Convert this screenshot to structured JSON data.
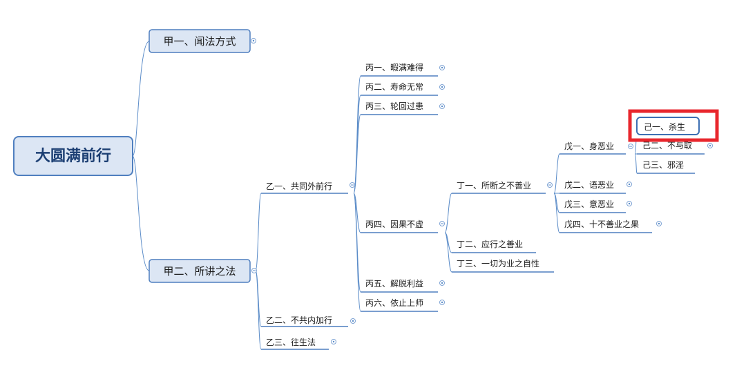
{
  "root": {
    "label": "大圆满前行"
  },
  "nodes": {
    "jia1": "甲一、闻法方式",
    "jia2": "甲二、所讲之法",
    "yi1": "乙一、共同外前行",
    "yi2": "乙二、不共内加行",
    "yi3": "乙三、往生法",
    "bing1": "丙一、暇满难得",
    "bing2": "丙二、寿命无常",
    "bing3": "丙三、轮回过患",
    "bing4": "丙四、因果不虚",
    "bing5": "丙五、解脱利益",
    "bing6": "丙六、依止上师",
    "ding1": "丁一、所断之不善业",
    "ding2": "丁二、应行之善业",
    "ding3": "丁三、一切为业之自性",
    "wu1": "戊一、身恶业",
    "wu2": "戊二、语恶业",
    "wu3": "戊三、意恶业",
    "wu4": "戊四、十不善业之果",
    "ji1": "己一、杀生",
    "ji2": "己二、不与取",
    "ji3": "己三、邪淫"
  },
  "colors": {
    "connector": "#5b8cc8",
    "underline": "#4f7fbf",
    "root_fill": "#dce6f4",
    "root_border": "#4f7fbf",
    "highlight": "#e8262c"
  }
}
